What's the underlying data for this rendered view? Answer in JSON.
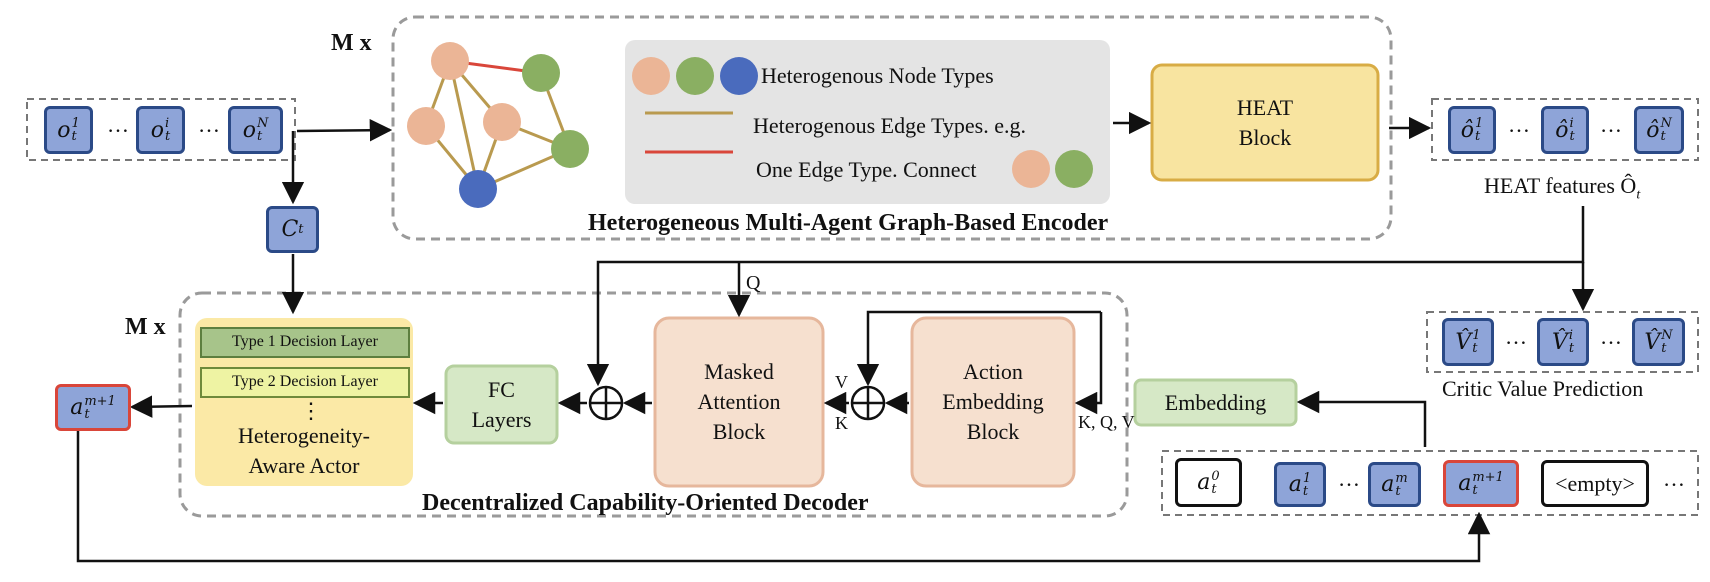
{
  "repeat_label": "M x",
  "encoder": {
    "title": "Heterogeneous Multi-Agent Graph-Based Encoder",
    "legend": {
      "node_types": "Heterogenous Node Types",
      "edge_types": "Heterogenous Edge Types. e.g.",
      "one_edge": "One Edge Type. Connect"
    },
    "heat_block": [
      "HEAT",
      "Block"
    ],
    "features_label": "HEAT features Ô",
    "features_sub": "t"
  },
  "observations": [
    {
      "base": "o",
      "sub": "t",
      "sup": "1"
    },
    {
      "base": "o",
      "sub": "t",
      "sup": "i"
    },
    {
      "base": "o",
      "sub": "t",
      "sup": "N"
    }
  ],
  "heat_features": [
    {
      "base": "ô",
      "sub": "t",
      "sup": "1"
    },
    {
      "base": "ô",
      "sub": "t",
      "sup": "i"
    },
    {
      "base": "ô",
      "sub": "t",
      "sup": "N"
    }
  ],
  "capability": {
    "base": "C",
    "sub": "t"
  },
  "critic": {
    "label": "Critic Value Prediction",
    "values": [
      {
        "base": "V̂",
        "sub": "t",
        "sup": "1"
      },
      {
        "base": "V̂",
        "sub": "t",
        "sup": "i"
      },
      {
        "base": "V̂",
        "sub": "t",
        "sup": "N"
      }
    ]
  },
  "decoder": {
    "title": "Decentralized Capability-Oriented Decoder",
    "actor": {
      "layer1": "Type 1 Decision Layer",
      "layer2": "Type 2 Decision Layer",
      "dots": "⋮",
      "name": [
        "Heterogeneity-",
        "Aware Actor"
      ]
    },
    "fc": [
      "FC",
      "Layers"
    ],
    "masked_attention": [
      "Masked",
      "Attention",
      "Block"
    ],
    "action_embedding": [
      "Action",
      "Embedding",
      "Block"
    ],
    "embedding": "Embedding",
    "q_label": "Q",
    "v_label": "V",
    "k_label": "K",
    "kqv_label": "K, Q, V"
  },
  "output_action": {
    "base": "a",
    "sub": "t",
    "sup": "m+1"
  },
  "action_sequence": [
    {
      "base": "a",
      "sub": "t",
      "sup": "0"
    },
    {
      "base": "a",
      "sub": "t",
      "sup": "1"
    },
    {
      "base": "a",
      "sub": "t",
      "sup": "m"
    },
    {
      "base": "a",
      "sub": "t",
      "sup": "m+1"
    }
  ],
  "empty_token": "<empty>",
  "ellipsis": "…",
  "colors": {
    "node_peach": "#ebb596",
    "node_green": "#8aaf62",
    "node_blue": "#4a6bbd",
    "edge_gold": "#b99a4f",
    "edge_red": "#d9463a",
    "heat_fill": "#f8e4a0",
    "heat_border": "#d8ac45",
    "actor_fill": "#fbe9a6",
    "fc_fill": "#d6e8c6",
    "attention_fill": "#f6e0cf",
    "token_fill": "#8ea4d8",
    "token_border": "#2b4a87"
  }
}
